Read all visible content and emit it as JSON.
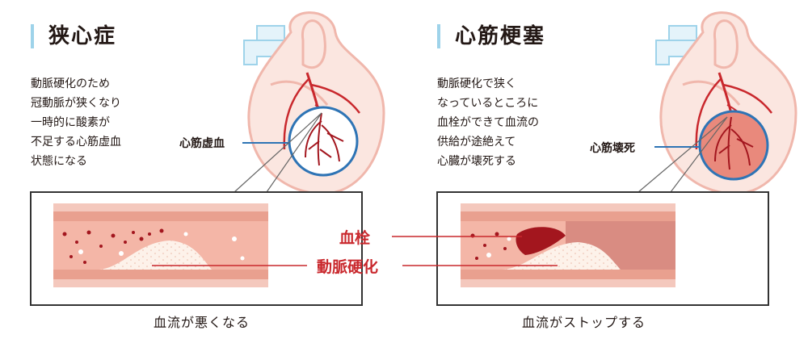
{
  "left": {
    "title": "狭心症",
    "description": [
      "動脈硬化のため",
      "冠動脈が狭くなり",
      "一時的に酸素が",
      "不足する心筋虚血",
      "状態になる"
    ],
    "heart_label": "心筋虚血",
    "caption": "血流が悪くなる"
  },
  "right": {
    "title": "心筋梗塞",
    "description": [
      "動脈硬化で狭く",
      "なっているところに",
      "血栓ができて血流の",
      "供給が途絶えて",
      "心臓が壊死する"
    ],
    "heart_label": "心筋壊死",
    "caption": "血流がストップする"
  },
  "center_labels": {
    "thrombus": "血栓",
    "arteriosclerosis": "動脈硬化"
  },
  "colors": {
    "title_bar": "#9ed3ea",
    "accent_red": "#c9282d",
    "ring_blue": "#2e74b5",
    "heart_outline": "#f0b7ac",
    "vessel_wall": "#e9a08f",
    "vessel_inner": "#f4c8bd",
    "plaque": "#fdf2ea",
    "clot": "#a3161e",
    "box_border": "#333333"
  }
}
